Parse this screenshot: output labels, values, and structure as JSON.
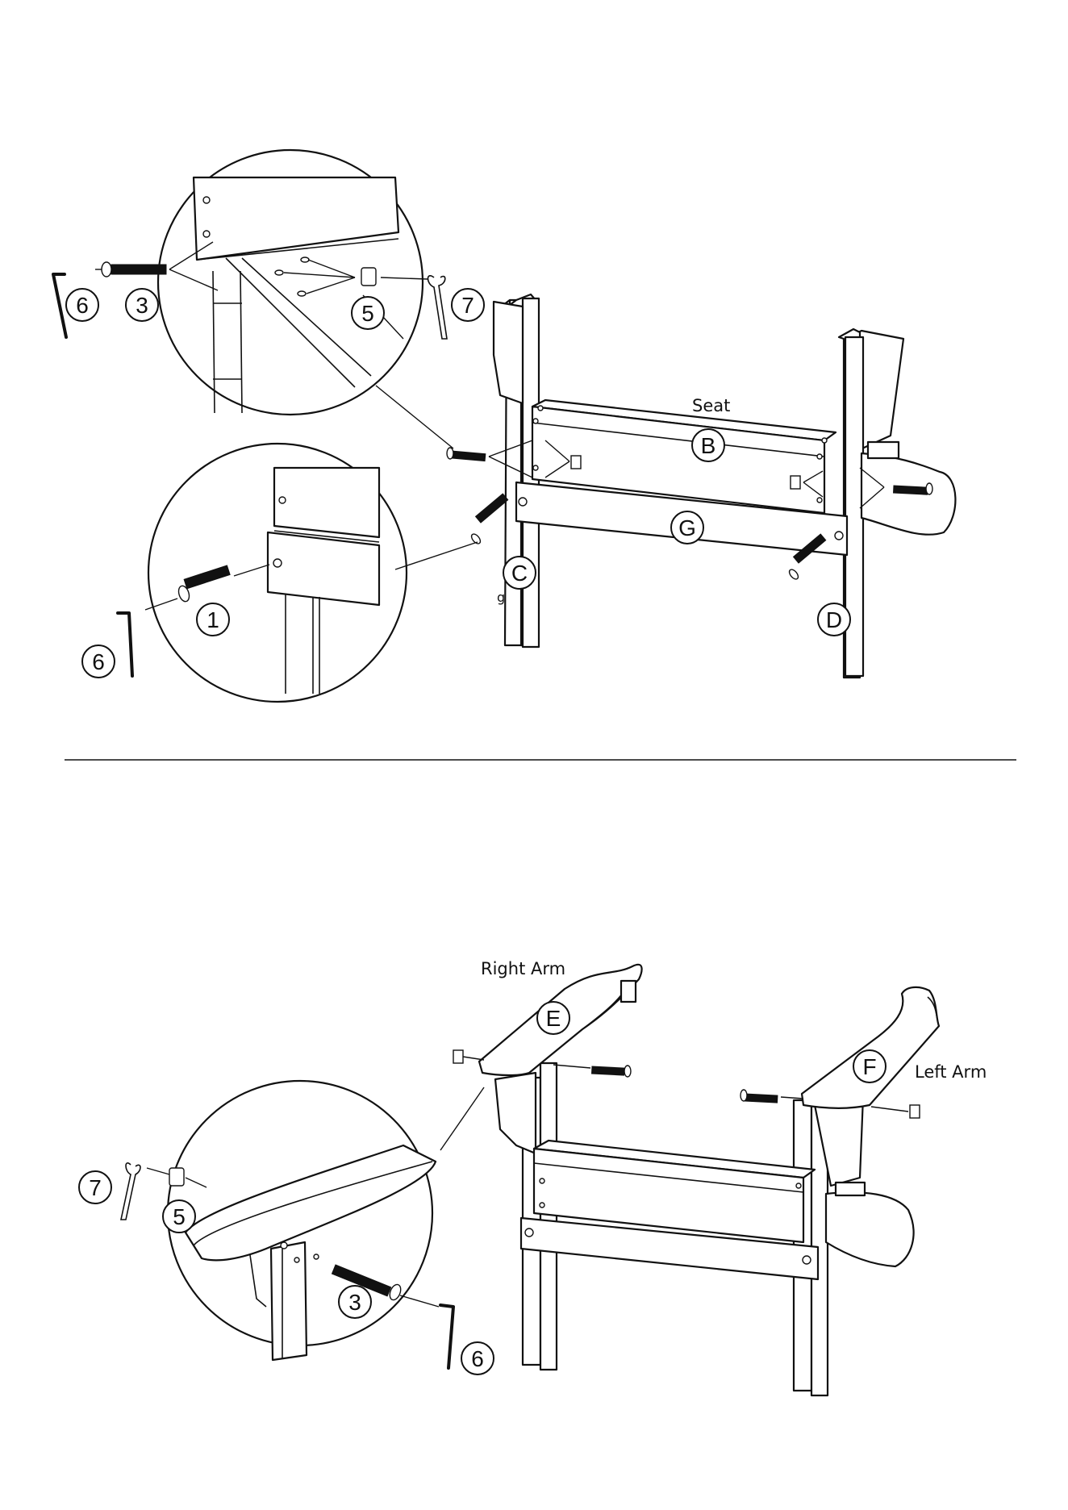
{
  "panels": [
    {
      "id": "seat-step",
      "labels": {
        "seat": "Seat",
        "small_mark": "g"
      },
      "parts": {
        "b": "B",
        "g": "G",
        "c": "C",
        "d": "D"
      },
      "hardware_top_zoom": [
        "6",
        "3",
        "5",
        "7"
      ],
      "hardware_bottom_zoom": [
        "1",
        "6"
      ]
    },
    {
      "id": "arms-step",
      "labels": {
        "right_arm": "Right Arm",
        "left_arm": "Left Arm"
      },
      "parts": {
        "e": "E",
        "f": "F"
      },
      "hardware_zoom": [
        "7",
        "5",
        "3",
        "6"
      ]
    }
  ],
  "colors": {
    "line": "#111111",
    "background": "#ffffff"
  }
}
